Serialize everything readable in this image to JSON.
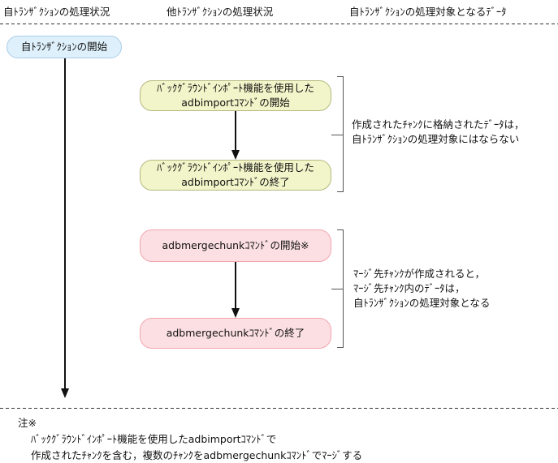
{
  "headers": {
    "col1": "自ﾄﾗﾝｻﾞｸｼｮﾝの処理状況",
    "col2": "他ﾄﾗﾝｻﾞｸｼｮﾝの処理状況",
    "col3": "自ﾄﾗﾝｻﾞｸｼｮﾝの処理対象となるﾃﾞｰﾀ"
  },
  "nodes": {
    "self_txn_start": {
      "label": "自ﾄﾗﾝｻﾞｸｼｮﾝの開始"
    },
    "import_start": {
      "line1": "ﾊﾞｯｸｸﾞﾗｳﾝﾄﾞｲﾝﾎﾟｰﾄ機能を使用した",
      "line2": "adbimportｺﾏﾝﾄﾞの開始"
    },
    "import_end": {
      "line1": "ﾊﾞｯｸｸﾞﾗｳﾝﾄﾞｲﾝﾎﾟｰﾄ機能を使用した",
      "line2": "adbimportｺﾏﾝﾄﾞの終了"
    },
    "merge_start": {
      "label": "adbmergechunkｺﾏﾝﾄﾞの開始※"
    },
    "merge_end": {
      "label": "adbmergechunkｺﾏﾝﾄﾞの終了"
    }
  },
  "annotations": {
    "import_effect": {
      "line1": "作成されたﾁｬﾝｸに格納されたﾃﾞｰﾀは，",
      "line2": "自ﾄﾗﾝｻﾞｸｼｮﾝの処理対象にはならない"
    },
    "merge_effect": {
      "line1": "ﾏｰｼﾞ先ﾁｬﾝｸが作成されると，",
      "line2": "ﾏｰｼﾞ先ﾁｬﾝｸ内のﾃﾞｰﾀは，",
      "line3": "自ﾄﾗﾝｻﾞｸｼｮﾝの処理対象となる"
    }
  },
  "footnote": {
    "label": "注※",
    "line1": "ﾊﾞｯｸｸﾞﾗｳﾝﾄﾞｲﾝﾎﾟｰﾄ機能を使用したadbimportｺﾏﾝﾄﾞで",
    "line2": "作成されたﾁｬﾝｸを含む，複数のﾁｬﾝｸをadbmergechunkｺﾏﾝﾄﾞでﾏｰｼﾞする"
  },
  "colors": {
    "start_box_fill": "#def0fb",
    "start_box_border": "#a9cde9",
    "import_box_fill": "#f2f4c9",
    "import_box_border": "#b5b97e",
    "merge_box_fill": "#fcdfe2",
    "merge_box_border": "#f2a5af",
    "bracket_line": "#555555",
    "arrow_line": "#111111"
  }
}
